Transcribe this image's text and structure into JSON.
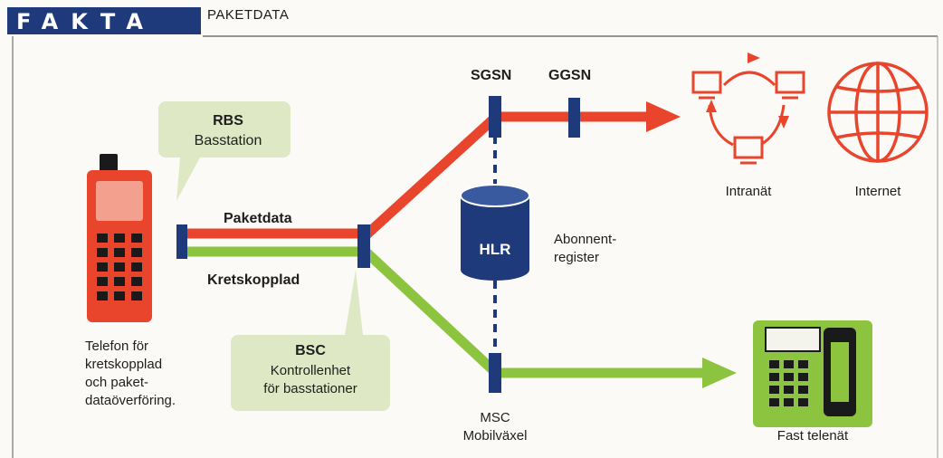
{
  "header": {
    "badge": "FAKTA",
    "title": "PAKETDATA"
  },
  "labels": {
    "rbs_title": "RBS",
    "rbs_sub": "Basstation",
    "paketdata": "Paketdata",
    "kretskopplad": "Kretskopplad",
    "phone_caption": [
      "Telefon för",
      "kretskopplad",
      "och paket-",
      "dataöverföring."
    ],
    "bsc_title": "BSC",
    "bsc_sub1": "Kontrollenhet",
    "bsc_sub2": "för basstationer",
    "sgsn": "SGSN",
    "ggsn": "GGSN",
    "hlr": "HLR",
    "hlr_desc1": "Abonnent-",
    "hlr_desc2": "register",
    "msc": "MSC",
    "msc_sub": "Mobilväxel",
    "intranat": "Intranät",
    "internet": "Internet",
    "fast": "Fast telenät"
  },
  "colors": {
    "packet": "#e8452c",
    "circuit": "#8cc43f",
    "node": "#1f3a7a",
    "bubble": "#dfe8c4",
    "phone": "#e8452c"
  }
}
